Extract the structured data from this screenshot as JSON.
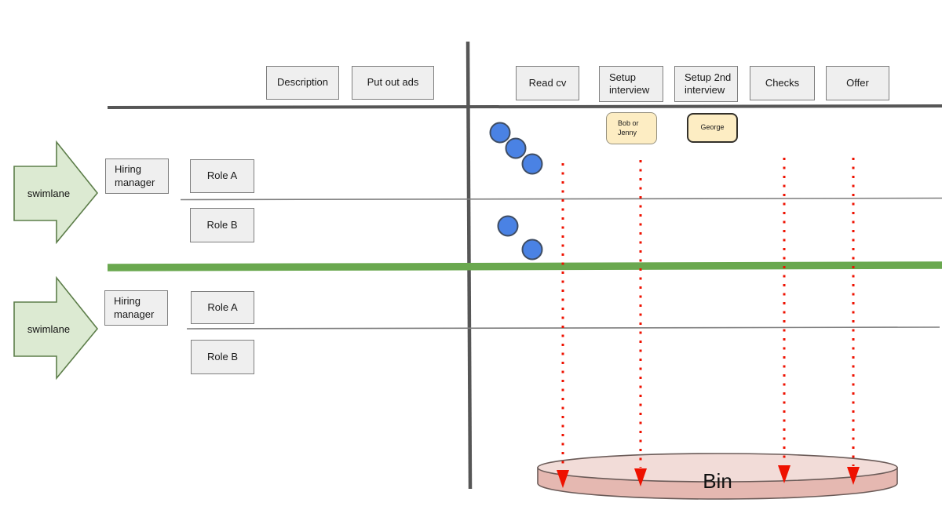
{
  "stages": [
    "Description",
    "Put out ads",
    "Read cv",
    "Setup interview",
    "Setup 2nd interview",
    "Checks",
    "Offer"
  ],
  "swimlane1": {
    "arrow_label": "swimlane",
    "owner": "Hiring manager",
    "role_a": "Role A",
    "role_b": "Role B"
  },
  "swimlane2": {
    "arrow_label": "swimlane",
    "owner": "Hiring manager",
    "role_a": "Role A",
    "role_b": "Role B"
  },
  "stickies": [
    "Bob or Jenny",
    "George"
  ],
  "bin_label": "Bin",
  "candidates": {
    "role_a_dots": 3,
    "role_b_dots": 2,
    "rejection_arrows": 4
  },
  "colors": {
    "box_fill": "#efefef",
    "box_border": "#7f7f7f",
    "sticky_fill": "#fdedc3",
    "sticky_border_light": "#96917f",
    "sticky_border_dark": "#33302a",
    "arrow_fill": "#dcead2",
    "arrow_border": "#5d7e4a",
    "divider_green": "#6aa84f",
    "line_dark": "#565656",
    "line_thin": "#7d7d7d",
    "dot_fill": "#4a82e4",
    "dot_border": "#3f4d63",
    "red": "#ee1100",
    "bin_fill": "#e5b8b1",
    "bin_top_fill": "#f2dcd8",
    "bin_border": "#6b5b58"
  }
}
